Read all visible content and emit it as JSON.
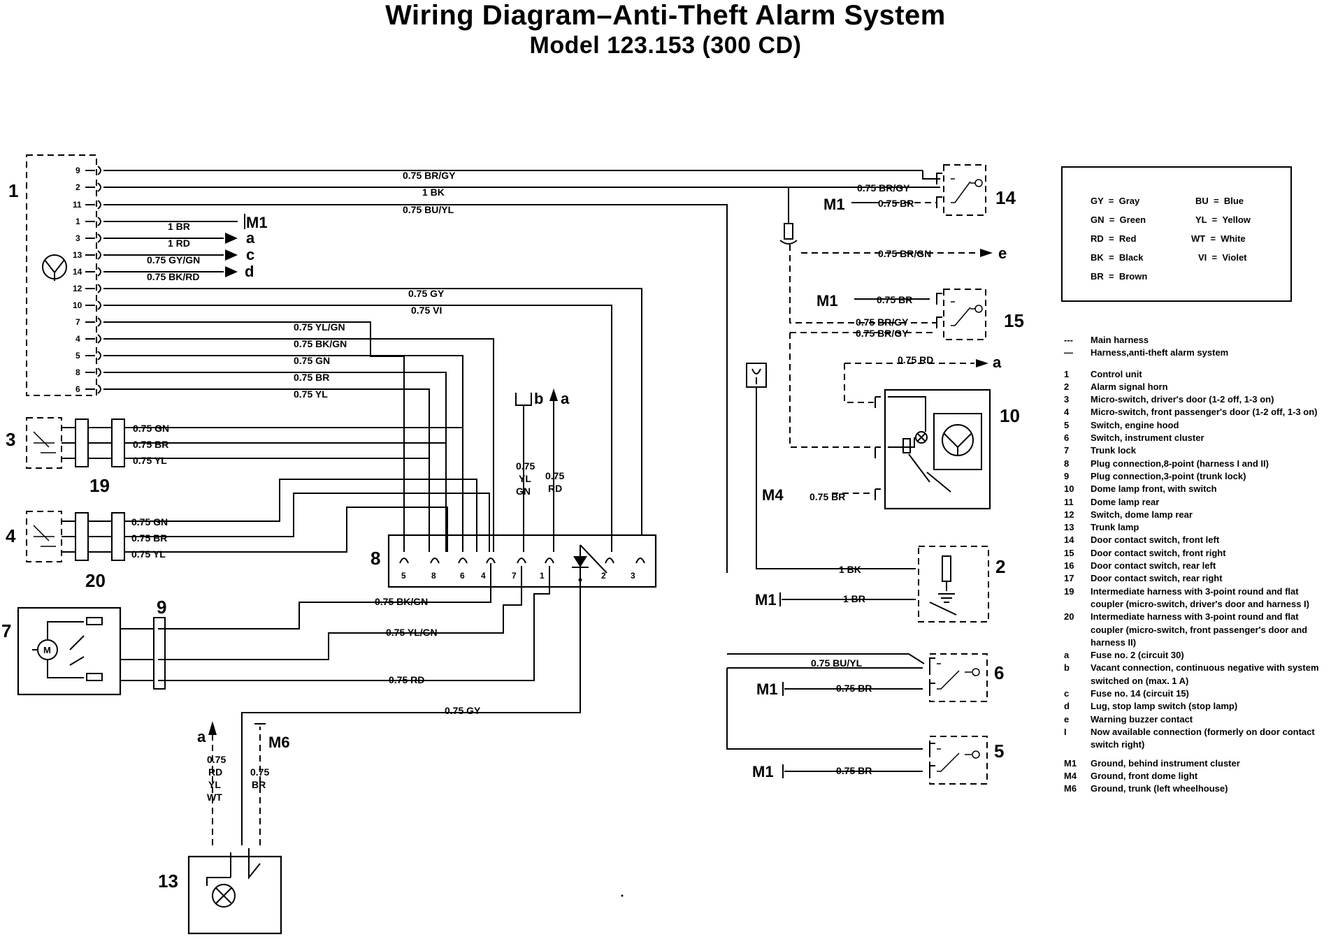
{
  "header": {
    "title": "Wiring Diagram–Anti-Theft Alarm System",
    "subtitle": "Model 123.153 (300 CD)"
  },
  "color_codes": [
    {
      "code": "GY",
      "name": "Gray"
    },
    {
      "code": "GN",
      "name": "Green"
    },
    {
      "code": "RD",
      "name": "Red"
    },
    {
      "code": "BK",
      "name": "Black"
    },
    {
      "code": "BR",
      "name": "Brown"
    },
    {
      "code": "BU",
      "name": "Blue"
    },
    {
      "code": "YL",
      "name": "Yellow"
    },
    {
      "code": "WT",
      "name": "White"
    },
    {
      "code": "VI",
      "name": "Violet"
    }
  ],
  "harness_legend": [
    {
      "symbol": "---",
      "text": "Main harness"
    },
    {
      "symbol": "—",
      "text": "Harness,anti-theft alarm system"
    }
  ],
  "components": [
    {
      "key": "1",
      "text": "Control unit"
    },
    {
      "key": "2",
      "text": "Alarm signal horn"
    },
    {
      "key": "3",
      "text": "Micro-switch, driver's door (1-2 off, 1-3 on)"
    },
    {
      "key": "4",
      "text": "Micro-switch, front passenger's door (1-2 off, 1-3 on)"
    },
    {
      "key": "5",
      "text": "Switch, engine hood"
    },
    {
      "key": "6",
      "text": "Switch, instrument cluster"
    },
    {
      "key": "7",
      "text": "Trunk lock"
    },
    {
      "key": "8",
      "text": "Plug connection,8-point (harness I and II)"
    },
    {
      "key": "9",
      "text": "Plug connection,3-point (trunk lock)"
    },
    {
      "key": "10",
      "text": "Dome lamp front, with switch"
    },
    {
      "key": "11",
      "text": "Dome lamp rear"
    },
    {
      "key": "12",
      "text": "Switch, dome lamp rear"
    },
    {
      "key": "13",
      "text": "Trunk lamp"
    },
    {
      "key": "14",
      "text": "Door contact switch, front left"
    },
    {
      "key": "15",
      "text": "Door contact switch, front right"
    },
    {
      "key": "16",
      "text": "Door contact switch, rear left"
    },
    {
      "key": "17",
      "text": "Door contact switch, rear right"
    },
    {
      "key": "19",
      "text": "Intermediate harness with 3-point round and flat coupler (micro-switch, driver's door and harness I)"
    },
    {
      "key": "20",
      "text": "Intermediate harness with 3-point round and flat coupler (micro-switch, front passenger's door and harness II)"
    },
    {
      "key": "a",
      "text": "Fuse no. 2 (circuit 30)"
    },
    {
      "key": "b",
      "text": "Vacant connection, continuous negative with system switched on (max. 1 A)"
    },
    {
      "key": "c",
      "text": "Fuse no. 14 (circuit 15)"
    },
    {
      "key": "d",
      "text": "Lug, stop lamp switch (stop lamp)"
    },
    {
      "key": "e",
      "text": "Warning buzzer contact"
    },
    {
      "key": "I",
      "text": "Now available connection (formerly on door contact switch right)"
    }
  ],
  "grounds": [
    {
      "key": "M1",
      "text": "Ground, behind instrument cluster"
    },
    {
      "key": "M4",
      "text": "Ground, front dome light"
    },
    {
      "key": "M6",
      "text": "Ground, trunk (left wheelhouse)"
    }
  ],
  "diagram": {
    "component_numbers": [
      "1",
      "3",
      "19",
      "4",
      "20",
      "7",
      "9",
      "13",
      "8",
      "14",
      "15",
      "10",
      "2",
      "6",
      "5"
    ],
    "ground_labels": [
      "M1",
      "M4",
      "M6"
    ],
    "terminal_letters": [
      "a",
      "c",
      "d",
      "b",
      "e"
    ],
    "control_unit_pins": [
      "9",
      "2",
      "11",
      "1",
      "3",
      "13",
      "14",
      "12",
      "10",
      "7",
      "4",
      "5",
      "8",
      "6"
    ],
    "plug8_pins": [
      "5",
      "8",
      "6",
      "4",
      "7",
      "1",
      "2",
      "3"
    ],
    "wires": {
      "pin9": "0.75 BR/GY",
      "pin2": "1 BK",
      "pin11": "0.75 BU/YL",
      "pin1": "1 BR",
      "pin3": "1 RD",
      "pin13": "0.75 GY/GN",
      "pin14": "0.75 BK/RD",
      "pin12": "0.75 GY",
      "pin10": "0.75 VI",
      "pin7": "0.75 YL/GN",
      "pin4": "0.75 BK/GN",
      "pin5": "0.75 GN",
      "pin8": "0.75 BR",
      "pin6": "0.75 YL",
      "sw3_a": "0.75 GN",
      "sw3_b": "0.75 BR",
      "sw3_c": "0.75 YL",
      "sw4_a": "0.75 GN",
      "sw4_b": "0.75 BR",
      "sw4_c": "0.75 YL",
      "trunk_a": "0.75 BK/GN",
      "trunk_b": "0.75 YL/GN",
      "trunk_c": "0.75 RD",
      "lamp13": "0.75 GY",
      "v1": "0.75",
      "v2": "YL",
      "v3": "GN",
      "v4": "0.75",
      "v5": "RD",
      "t1": "0.75",
      "t2": "RD",
      "t3": "YL",
      "t4": "WT",
      "t5": "0.75",
      "t6": "BR",
      "s14_top": "0.75 BR/GY",
      "s14_gnd": "0.75 BR",
      "buzzer": "0.75 BR/GN",
      "s15_gnd": "0.75 BR",
      "s15_a": "0.75 BR/GY",
      "s15_b": "0.75 BR/GY",
      "dome_rd": "0.75 RD",
      "dome_gnd": "0.75 BR",
      "horn_bk": "1 BK",
      "horn_br": "1 BR",
      "s6_bu": "0.75 BU/YL",
      "s6_gnd": "0.75 BR",
      "s5_gnd": "0.75 BR"
    }
  }
}
